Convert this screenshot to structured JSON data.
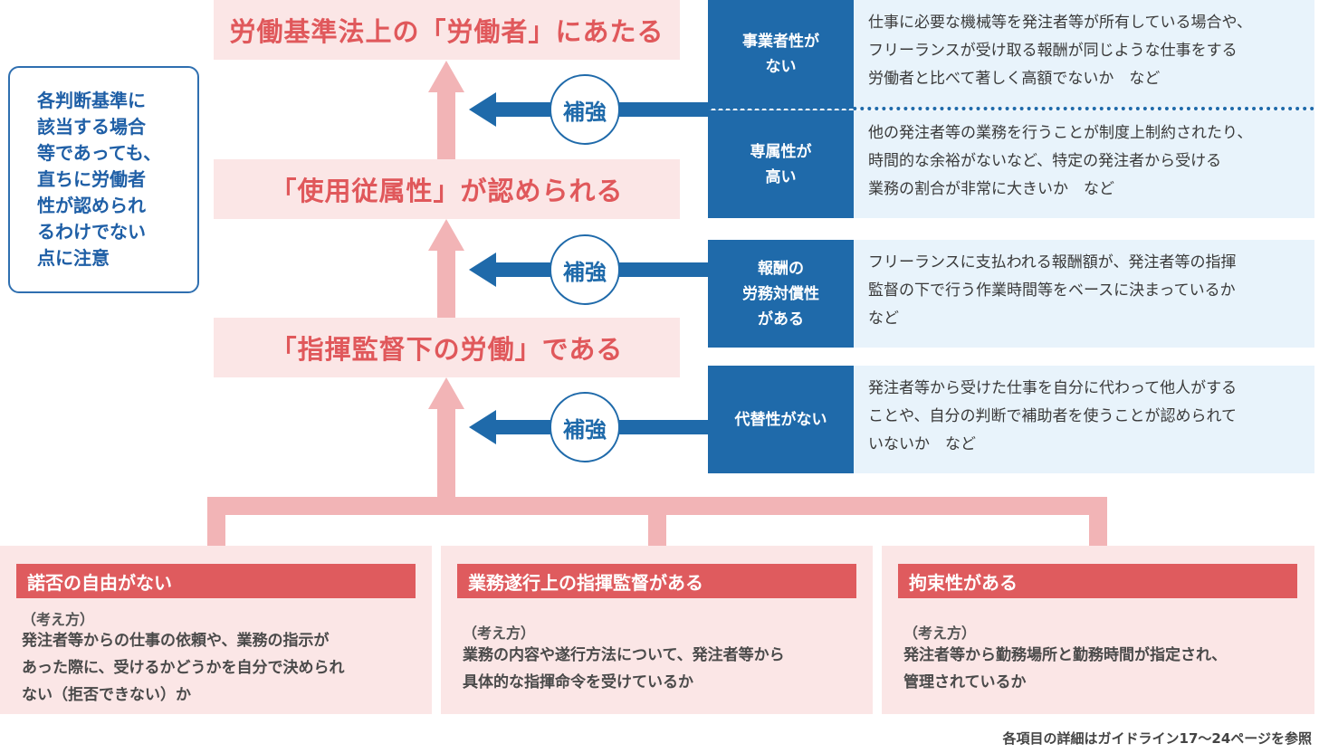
{
  "levels": {
    "top": "労働基準法上の「労働者」にあたる",
    "middle": "「使用従属性」が認められる",
    "bottom": "「指揮監督下の労働」である"
  },
  "note": "各判断基準に\n該当する場合\n等であっても、\n直ちに労働者\n性が認められ\nるわけでない\n点に注意",
  "supplement_label": "補強",
  "supplements": [
    {
      "label": "事業者性が\nない",
      "desc": "仕事に必要な機械等を発注者等が所有している場合や、\nフリーランスが受け取る報酬が同じような仕事をする\n労働者と比べて著しく高額でないか　など"
    },
    {
      "label": "専属性が\n高い",
      "desc": "他の発注者等の業務を行うことが制度上制約されたり、\n時間的な余裕がないなど、特定の発注者から受ける\n業務の割合が非常に大きいか　など"
    },
    {
      "label": "報酬の\n労務対償性\nがある",
      "desc": "フリーランスに支払われる報酬額が、発注者等の指揮\n監督の下で行う作業時間等をベースに決まっているか\nなど"
    },
    {
      "label": "代替性がない",
      "desc": "発注者等から受けた仕事を自分に代わって他人がする\nことや、自分の判断で補助者を使うことが認められて\nいないか　など"
    }
  ],
  "criteria": [
    {
      "title": "諾否の自由がない",
      "kangae": "（考え方）",
      "body": "発注者等からの仕事の依頼や、業務の指示が\nあった際に、受けるかどうかを自分で決められ\nない（拒否できない）か"
    },
    {
      "title": "業務遂行上の指揮監督がある",
      "kangae": "（考え方）",
      "body": "業務の内容や遂行方法について、発注者等から\n具体的な指揮命令を受けているか"
    },
    {
      "title": "拘束性がある",
      "kangae": "（考え方）",
      "body": "発注者等から勤務場所と勤務時間が指定され、\n管理されているか"
    }
  ],
  "footnote": "各項目の詳細はガイドライン17〜24ページを参照",
  "colors": {
    "pink_light": "#fbe6e6",
    "pink_text": "#e0585b",
    "pink_arrow": "#f2b4b6",
    "blue": "#1f6aaa",
    "blue_light": "#e8f3fb"
  }
}
